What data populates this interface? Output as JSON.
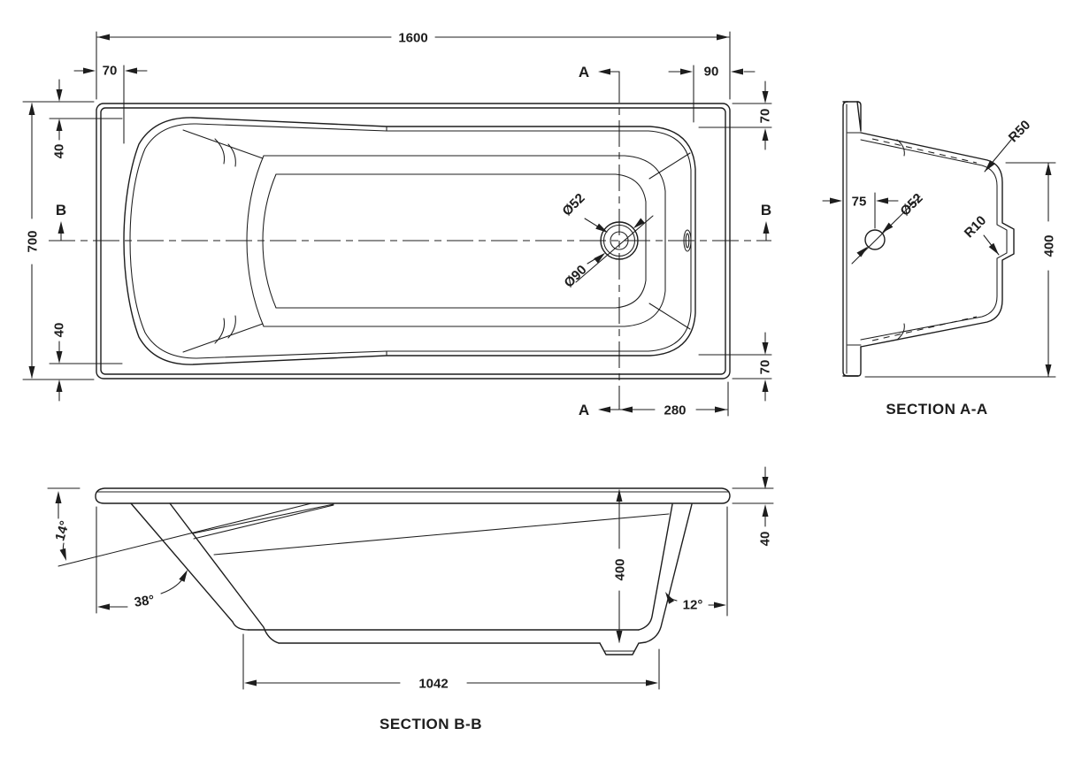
{
  "colors": {
    "line": "#1d1d1d",
    "background": "#ffffff"
  },
  "plan_view": {
    "marker_a": "A",
    "marker_b": "B",
    "dims": {
      "overall_length": "1600",
      "rim_inset_left": "70",
      "drain_edge_offset": "90",
      "rim_height_top": "70",
      "rim_inset_top": "40",
      "overall_width": "700",
      "rim_inset_bottom": "40",
      "rim_height_bottom": "70",
      "drain_from_foot_end": "280",
      "drain_waste_dia": "Ø52",
      "drain_recess_dia": "Ø90"
    }
  },
  "section_aa": {
    "caption": "SECTION A-A",
    "dims": {
      "drain_offset": "75",
      "drain_dia": "Ø52",
      "top_radius": "R50",
      "side_radius": "R10",
      "depth": "400"
    }
  },
  "section_bb": {
    "caption": "SECTION B-B",
    "dims": {
      "rim_angle": "14°",
      "backrest_angle": "38°",
      "foot_angle": "12°",
      "depth": "400",
      "rim_height": "40",
      "base_length": "1042"
    }
  }
}
